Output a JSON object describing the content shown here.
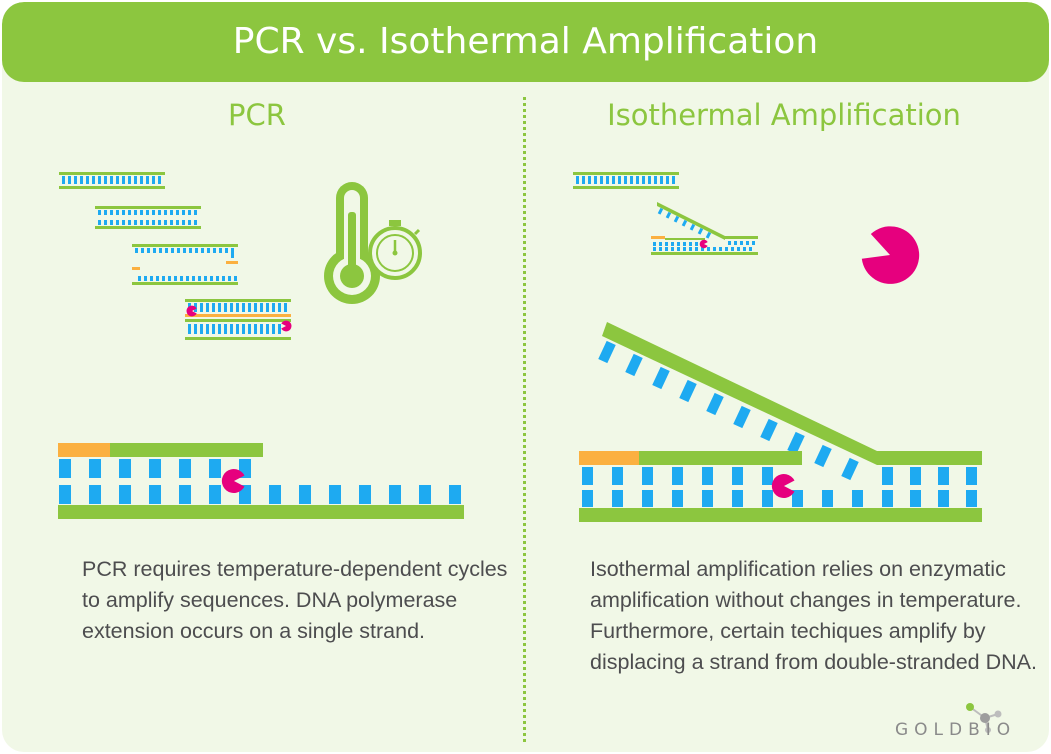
{
  "header": {
    "title": "PCR vs. Isothermal Amplification"
  },
  "pcr": {
    "title": "PCR",
    "description": "PCR requires temperature-dependent cycles to amplify sequences. DNA polymerase extension occurs on a single strand."
  },
  "isothermal": {
    "title": "Isothermal Amplification",
    "description": "Isothermal amplification relies on enzymatic amplification without changes in temperature. Furthermore, certain techiques amplify by displacing a strand from double-stranded DNA."
  },
  "logo": {
    "text": "GOLDBIO"
  },
  "colors": {
    "brand_green": "#8cc63f",
    "base_blue": "#1eaaf1",
    "primer_orange": "#fbb040",
    "enzyme_magenta": "#e6007e",
    "text_gray": "#4d4d4f"
  },
  "icons": [
    "thermometer-icon",
    "stopwatch-icon",
    "polymerase-icon",
    "goldbio-logo-icon"
  ]
}
